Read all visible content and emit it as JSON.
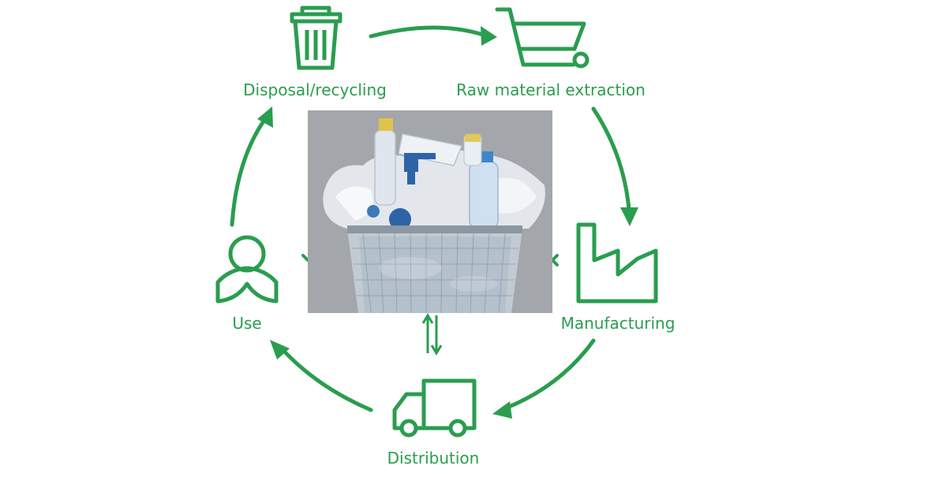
{
  "colors": {
    "accent": "#2a9d4f",
    "photo_background": "#9c9fa3",
    "bag": "#e7eaee",
    "basket": "#c4ccd4",
    "bottle_blue": "#2f63a8",
    "cap_yellow": "#e0c34a"
  },
  "stages": {
    "disposal": {
      "label": "Disposal/recycling",
      "icon": "trash-bin-icon"
    },
    "raw_material": {
      "label": "Raw material extraction",
      "icon": "wheelbarrow-icon"
    },
    "manufacturing": {
      "label": "Manufacturing",
      "icon": "factory-icon"
    },
    "distribution": {
      "label": "Distribution",
      "icon": "delivery-truck-icon"
    },
    "use": {
      "label": "Use",
      "icon": "person-icon"
    }
  },
  "center_image": {
    "subject": "plastic waste in wire basket"
  }
}
